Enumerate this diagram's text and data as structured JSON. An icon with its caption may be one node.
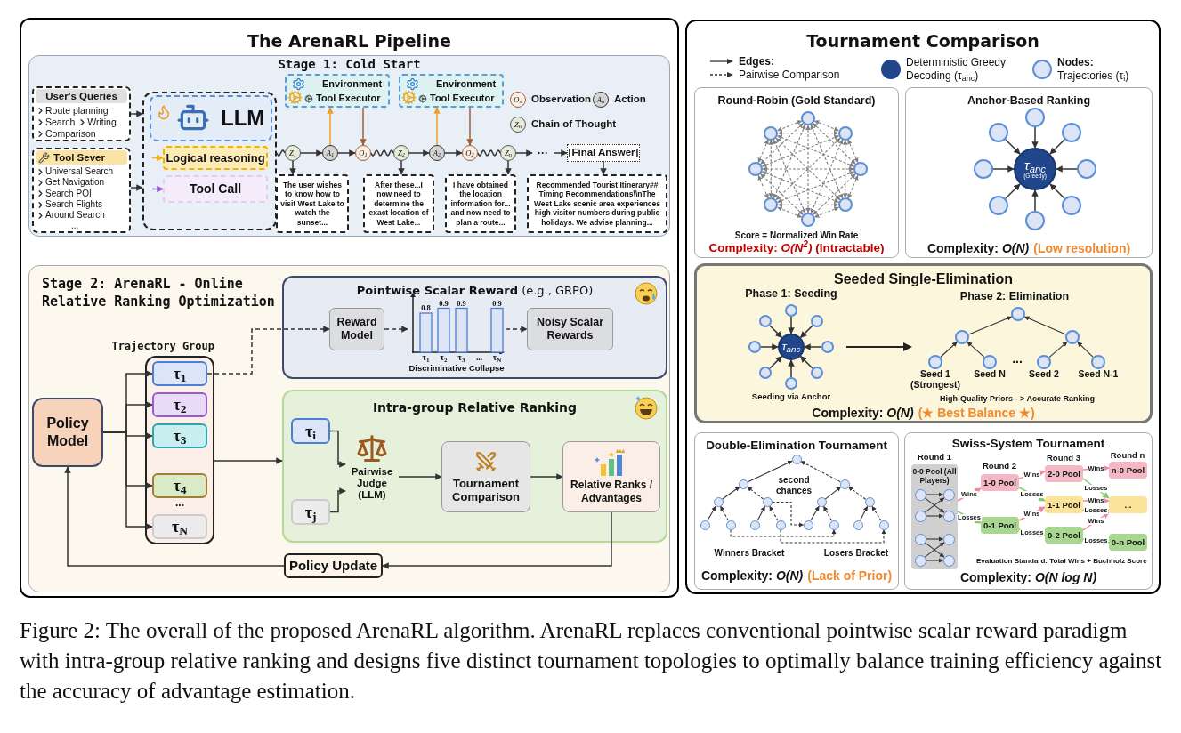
{
  "diagram": {
    "caption": "Figure 2: The overall of the proposed ArenaRL algorithm. ArenaRL replaces conventional pointwise scalar reward paradigm with intra-group relative ranking and designs five distinct tournament topologies to optimally balance training efficiency against the accuracy of advantage estimation.",
    "nodes": [
      {
        "text": [
          "The ArenaRL Pipeline"
        ]
      },
      {
        "text": [
          "Stage 1: Cold Start"
        ],
        "in": 0
      },
      {
        "text": [
          "User's Queries",
          "Route planning",
          "Search",
          "Writing",
          "Comparison"
        ],
        "in": 1
      },
      {
        "text": [
          "Tool Sever",
          "Universal Search",
          "Get Navigation",
          "Search POI",
          "Search Flights",
          "Around Search",
          "..."
        ],
        "in": 1
      },
      {
        "text": [],
        "shape": "box",
        "in": 1
      },
      {
        "text": [
          "LLM"
        ],
        "in": 4
      },
      {
        "text": [
          "Logical reasoning"
        ],
        "in": 4
      },
      {
        "text": [
          "Tool Call"
        ],
        "in": 4
      },
      {
        "text": [
          "Environment",
          "Tool Executor"
        ],
        "in": 1
      },
      {
        "text": [
          "Environment",
          "Tool Executor"
        ],
        "in": 1
      },
      {
        "text": [
          "Z$_{1}$"
        ],
        "in": 1
      },
      {
        "text": [
          "A$_{1}$"
        ],
        "in": 1
      },
      {
        "text": [
          "O$_{1}$"
        ],
        "in": 1
      },
      {
        "text": [
          "Z$_{2}$"
        ],
        "in": 1
      },
      {
        "text": [
          "A$_{2}$"
        ],
        "in": 1
      },
      {
        "text": [
          "O$_{2}$"
        ],
        "in": 1
      },
      {
        "text": [
          "Z$_{n}$"
        ],
        "in": 1
      },
      {
        "text": [
          "···"
        ],
        "in": 1
      },
      {
        "text": [
          "[Final Answer]"
        ],
        "in": 1
      },
      {
        "text": [
          "The user wishes to know how to visit West Lake to watch the sunset..."
        ],
        "in": 1
      },
      {
        "text": [
          "After these...I now need to determine the exact location of West Lake..."
        ],
        "in": 1
      },
      {
        "text": [
          "I have obtained the location information for... and now need to plan a route..."
        ],
        "in": 1
      },
      {
        "text": [
          "Recommended Tourist Itinerary## Timing Recommendations\\\\nThe West Lake scenic area experiences high visitor numbers during public holidays. We advise planning..."
        ],
        "in": 1
      },
      {
        "text": [
          "Stage 2: ArenaRL - Online Relative Ranking Optimization"
        ],
        "in": 0
      },
      {
        "text": [
          "**Pointwise Scalar Reward** (e.g., GRPO)"
        ],
        "in": 23
      },
      {
        "text": [
          "Reward Model"
        ],
        "in": 24
      },
      {
        "text": [
          "Discriminative Collapse"
        ],
        "in": 24
      },
      {
        "text": [
          "Noisy Scalar Rewards"
        ],
        "in": 24
      },
      {
        "text": [
          "Trajectory Group",
          "..."
        ],
        "in": 23
      },
      {
        "text": [
          "τ$_{1}$"
        ],
        "in": 28
      },
      {
        "text": [
          "τ$_{2}$"
        ],
        "in": 28
      },
      {
        "text": [
          "τ$_{3}$"
        ],
        "in": 28
      },
      {
        "text": [
          "τ$_{4}$"
        ],
        "in": 28
      },
      {
        "text": [
          "τ$_{N}$"
        ],
        "in": 28
      },
      {
        "text": [
          "Policy Model"
        ],
        "in": 23
      },
      {
        "text": [
          "Intra-group Relative Ranking"
        ],
        "in": 23
      },
      {
        "text": [
          "τ$_{i}$"
        ],
        "in": 35
      },
      {
        "text": [
          "τ$_{j}$"
        ],
        "in": 35
      },
      {
        "text": [
          "Pairwise Judge (LLM)"
        ],
        "in": 35
      },
      {
        "text": [
          "Tournament Comparison"
        ],
        "in": 35
      },
      {
        "text": [
          "Relative Ranks / Advantages"
        ],
        "in": 35
      },
      {
        "text": [
          "Policy Update"
        ],
        "in": 23
      },
      {
        "text": [
          "Tournament Comparison"
        ]
      },
      {
        "text": [
          "Round-Robin (Gold Standard)",
          "Score = Normalized Win Rate",
          "Complexity: *O(N$^{2}$)* (Intractable)"
        ],
        "in": 42
      },
      {
        "text": [],
        "shape": "circle",
        "in": 43
      },
      {
        "text": [],
        "shape": "circle",
        "in": 43
      },
      {
        "text": [],
        "shape": "circle",
        "in": 43
      },
      {
        "text": [],
        "shape": "circle",
        "in": 43
      },
      {
        "text": [],
        "shape": "circle",
        "in": 43
      },
      {
        "text": [],
        "shape": "circle",
        "in": 43
      },
      {
        "text": [],
        "shape": "circle",
        "in": 43
      },
      {
        "text": [],
        "shape": "circle",
        "in": 43
      },
      {
        "text": [
          "Anchor-Based Ranking",
          "Complexity: *O(N)*",
          "(Low resolution)"
        ],
        "in": 42
      },
      {
        "text": [
          "τ$_{anc}$",
          "(Greedy)"
        ],
        "in": 52
      },
      {
        "text": [],
        "shape": "circle",
        "in": 52
      },
      {
        "text": [],
        "shape": "circle",
        "in": 52
      },
      {
        "text": [],
        "shape": "circle",
        "in": 52
      },
      {
        "text": [],
        "shape": "circle",
        "in": 52
      },
      {
        "text": [],
        "shape": "circle",
        "in": 52
      },
      {
        "text": [],
        "shape": "circle",
        "in": 52
      },
      {
        "text": [],
        "shape": "circle",
        "in": 52
      },
      {
        "text": [],
        "shape": "circle",
        "in": 52
      },
      {
        "text": [
          "Seeded Single-Elimination",
          "Complexity: *O(N)*",
          "(★ Best Balance ★)"
        ],
        "in": 42
      },
      {
        "text": [
          "τ$_{anc}$"
        ],
        "in": 62
      },
      {
        "text": [],
        "shape": "circle",
        "in": 62
      },
      {
        "text": [],
        "shape": "circle",
        "in": 62
      },
      {
        "text": [],
        "shape": "circle",
        "in": 62
      },
      {
        "text": [],
        "shape": "circle",
        "in": 62
      },
      {
        "text": [],
        "shape": "circle",
        "in": 62
      },
      {
        "text": [],
        "shape": "circle",
        "in": 62
      },
      {
        "text": [],
        "shape": "circle",
        "in": 62
      },
      {
        "text": [],
        "shape": "circle",
        "in": 62
      },
      {
        "text": [],
        "shape": "circle",
        "in": 62
      },
      {
        "text": [],
        "shape": "circle",
        "in": 62
      },
      {
        "text": [],
        "shape": "circle",
        "in": 62
      },
      {
        "text": [],
        "shape": "circle",
        "in": 62,
        "beside": [
          "Seed 1 (Strongest)"
        ]
      },
      {
        "text": [],
        "shape": "circle",
        "in": 62,
        "beside": [
          "Seed N"
        ]
      },
      {
        "text": [],
        "shape": "circle",
        "in": 62,
        "beside": [
          "Seed 2"
        ]
      },
      {
        "text": [],
        "shape": "circle",
        "in": 62,
        "beside": [
          "Seed N-1"
        ]
      },
      {
        "text": [
          "Double-Elimination Tournament",
          "Complexity: *O(N)*",
          "(Lack of Prior)"
        ],
        "in": 42
      },
      {
        "text": [],
        "shape": "circle",
        "in": 79
      },
      {
        "text": [],
        "shape": "circle",
        "in": 79
      },
      {
        "text": [],
        "shape": "circle",
        "in": 79
      },
      {
        "text": [],
        "shape": "circle",
        "in": 79
      },
      {
        "text": [],
        "shape": "circle",
        "in": 79
      },
      {
        "text": [],
        "shape": "circle",
        "in": 79
      },
      {
        "text": [],
        "shape": "circle",
        "in": 79
      },
      {
        "text": [],
        "shape": "circle",
        "in": 79
      },
      {
        "text": [],
        "shape": "circle",
        "in": 79
      },
      {
        "text": [],
        "shape": "circle",
        "in": 79
      },
      {
        "text": [],
        "shape": "circle",
        "in": 79
      },
      {
        "text": [],
        "shape": "circle",
        "in": 79
      },
      {
        "text": [],
        "shape": "circle",
        "in": 79
      },
      {
        "text": [],
        "shape": "circle",
        "in": 79
      },
      {
        "text": [],
        "shape": "circle",
        "in": 79
      },
      {
        "text": [
          "Swiss-System Tournament",
          "Evaluation Standard: Total Wins + Buchholz Score",
          "Complexity: *O(N log N)*"
        ],
        "in": 42
      },
      {
        "text": [
          "0-0 Pool (All Players)"
        ],
        "in": 95
      },
      {
        "text": [],
        "shape": "circle",
        "in": 96
      },
      {
        "text": [],
        "shape": "circle",
        "in": 96
      },
      {
        "text": [],
        "shape": "circle",
        "in": 96
      },
      {
        "text": [],
        "shape": "circle",
        "in": 96
      },
      {
        "text": [],
        "shape": "circle",
        "in": 96
      },
      {
        "text": [],
        "shape": "circle",
        "in": 96
      },
      {
        "text": [],
        "shape": "circle",
        "in": 96
      },
      {
        "text": [],
        "shape": "circle",
        "in": 96
      },
      {
        "text": [
          "1-0 Pool"
        ],
        "in": 95
      },
      {
        "text": [
          "0-1 Pool"
        ],
        "in": 95
      },
      {
        "text": [
          "2-0 Pool"
        ],
        "in": 95
      },
      {
        "text": [
          "1-1 Pool"
        ],
        "in": 95
      },
      {
        "text": [
          "0-2 Pool"
        ],
        "in": 95
      },
      {
        "text": [
          "n-0 Pool"
        ],
        "in": 95
      },
      {
        "text": [
          "..."
        ],
        "in": 95
      },
      {
        "text": [
          "0-n Pool"
        ],
        "in": 95
      }
    ],
    "edges": [
      {
        "from": 2,
        "to": 4,
        "arrow": "to"
      },
      {
        "from": 3,
        "to": 4,
        "arrow": "to"
      },
      {
        "from": null,
        "to": 6,
        "arrow": "to",
        "color": "#f0b400"
      },
      {
        "from": null,
        "to": 7,
        "arrow": "to",
        "color": "#9b59d0"
      },
      {
        "from": 4,
        "to": 10,
        "arrow": "none"
      },
      {
        "from": 10,
        "to": 11,
        "arrow": "to"
      },
      {
        "from": 11,
        "to": 12,
        "arrow": "to"
      },
      {
        "from": 12,
        "to": 13,
        "arrow": "none"
      },
      {
        "from": 13,
        "to": 14,
        "arrow": "to"
      },
      {
        "from": 14,
        "to": 15,
        "arrow": "to"
      },
      {
        "from": 15,
        "to": 16,
        "arrow": "none"
      },
      {
        "from": 16,
        "to": 17,
        "arrow": "to"
      },
      {
        "from": 17,
        "to": 18,
        "arrow": "to"
      },
      {
        "from": 11,
        "to": 8,
        "arrow": "to",
        "color": "#f0a020"
      },
      {
        "from": 8,
        "to": 12,
        "arrow": "to",
        "color": "#a0603a"
      },
      {
        "from": 14,
        "to": 9,
        "arrow": "to",
        "color": "#f0a020"
      },
      {
        "from": 9,
        "to": 15,
        "arrow": "to",
        "color": "#a0603a"
      },
      {
        "from": 10,
        "to": 19,
        "arrow": "to"
      },
      {
        "from": 13,
        "to": 20,
        "arrow": "to"
      },
      {
        "from": 16,
        "to": 21,
        "arrow": "to"
      },
      {
        "from": 18,
        "to": 22,
        "arrow": "to"
      },
      {
        "from": 29,
        "to": 25,
        "arrow": "to",
        "style": "dashed"
      },
      {
        "from": 25,
        "to": 26,
        "arrow": "to",
        "style": "dashed"
      },
      {
        "from": 26,
        "to": 27,
        "arrow": "to",
        "style": "dashed"
      },
      {
        "from": 34,
        "to": 29,
        "arrow": "to"
      },
      {
        "from": 34,
        "to": 30,
        "arrow": "to"
      },
      {
        "from": 34,
        "to": 31,
        "arrow": "to"
      },
      {
        "from": 34,
        "to": 32,
        "arrow": "to"
      },
      {
        "from": 34,
        "to": 33,
        "arrow": "to"
      },
      {
        "from": 28,
        "to": 35,
        "arrow": "to"
      },
      {
        "from": 36,
        "to": 38,
        "arrow": "to"
      },
      {
        "from": 37,
        "to": 38,
        "arrow": "to"
      },
      {
        "from": 38,
        "to": 39,
        "arrow": "to"
      },
      {
        "from": 39,
        "to": 40,
        "arrow": "to"
      },
      {
        "from": 40,
        "to": 41,
        "arrow": "to"
      },
      {
        "from": 41,
        "to": 34,
        "arrow": "to"
      },
      {
        "from": 44,
        "to": 45,
        "arrow": "both",
        "style": "dashed",
        "color": "#808080"
      },
      {
        "from": 44,
        "to": 46,
        "arrow": "both",
        "style": "dashed",
        "color": "#808080"
      },
      {
        "from": 44,
        "to": 47,
        "arrow": "both",
        "style": "dashed",
        "color": "#808080"
      },
      {
        "from": 44,
        "to": 48,
        "arrow": "both",
        "style": "dashed",
        "color": "#808080"
      },
      {
        "from": 44,
        "to": 49,
        "arrow": "both",
        "style": "dashed",
        "color": "#808080"
      },
      {
        "from": 44,
        "to": 50,
        "arrow": "both",
        "style": "dashed",
        "color": "#808080"
      },
      {
        "from": 44,
        "to": 51,
        "arrow": "both",
        "style": "dashed",
        "color": "#808080"
      },
      {
        "from": 45,
        "to": 46,
        "arrow": "both",
        "style": "dashed",
        "color": "#808080"
      },
      {
        "from": 45,
        "to": 47,
        "arrow": "both",
        "style": "dashed",
        "color": "#808080"
      },
      {
        "from": 45,
        "to": 48,
        "arrow": "both",
        "style": "dashed",
        "color": "#808080"
      },
      {
        "from": 45,
        "to": 49,
        "arrow": "both",
        "style": "dashed",
        "color": "#808080"
      },
      {
        "from": 45,
        "to": 50,
        "arrow": "both",
        "style": "dashed",
        "color": "#808080"
      },
      {
        "from": 45,
        "to": 51,
        "arrow": "both",
        "style": "dashed",
        "color": "#808080"
      },
      {
        "from": 46,
        "to": 47,
        "arrow": "both",
        "style": "dashed",
        "color": "#808080"
      },
      {
        "from": 46,
        "to": 48,
        "arrow": "both",
        "style": "dashed",
        "color": "#808080"
      },
      {
        "from": 46,
        "to": 49,
        "arrow": "both",
        "style": "dashed",
        "color": "#808080"
      },
      {
        "from": 46,
        "to": 50,
        "arrow": "both",
        "style": "dashed",
        "color": "#808080"
      },
      {
        "from": 46,
        "to": 51,
        "arrow": "both",
        "style": "dashed",
        "color": "#808080"
      },
      {
        "from": 47,
        "to": 48,
        "arrow": "both",
        "style": "dashed",
        "color": "#808080"
      },
      {
        "from": 47,
        "to": 49,
        "arrow": "both",
        "style": "dashed",
        "color": "#808080"
      },
      {
        "from": 47,
        "to": 50,
        "arrow": "both",
        "style": "dashed",
        "color": "#808080"
      },
      {
        "from": 47,
        "to": 51,
        "arrow": "both",
        "style": "dashed",
        "color": "#808080"
      },
      {
        "from": 48,
        "to": 49,
        "arrow": "both",
        "style": "dashed",
        "color": "#808080"
      },
      {
        "from": 48,
        "to": 50,
        "arrow": "both",
        "style": "dashed",
        "color": "#808080"
      },
      {
        "from": 48,
        "to": 51,
        "arrow": "both",
        "style": "dashed",
        "color": "#808080"
      },
      {
        "from": 49,
        "to": 50,
        "arrow": "both",
        "style": "dashed",
        "color": "#808080"
      },
      {
        "from": 49,
        "to": 51,
        "arrow": "both",
        "style": "dashed",
        "color": "#808080"
      },
      {
        "from": 50,
        "to": 51,
        "arrow": "both",
        "style": "dashed",
        "color": "#808080"
      },
      {
        "from": 54,
        "to": 53,
        "arrow": "to"
      },
      {
        "from": 55,
        "to": 53,
        "arrow": "to"
      },
      {
        "from": 56,
        "to": 53,
        "arrow": "to"
      },
      {
        "from": 57,
        "to": 53,
        "arrow": "to"
      },
      {
        "from": 58,
        "to": 53,
        "arrow": "to"
      },
      {
        "from": 59,
        "to": 53,
        "arrow": "to"
      },
      {
        "from": 60,
        "to": 53,
        "arrow": "to"
      },
      {
        "from": 61,
        "to": 53,
        "arrow": "to"
      },
      {
        "from": 64,
        "to": 63,
        "arrow": "to"
      },
      {
        "from": 65,
        "to": 63,
        "arrow": "to"
      },
      {
        "from": 66,
        "to": 63,
        "arrow": "to"
      },
      {
        "from": 67,
        "to": 63,
        "arrow": "to"
      },
      {
        "from": 68,
        "to": 63,
        "arrow": "to"
      },
      {
        "from": 69,
        "to": 63,
        "arrow": "to"
      },
      {
        "from": 70,
        "to": 63,
        "arrow": "to"
      },
      {
        "from": 71,
        "to": 63,
        "arrow": "to"
      },
      {
        "from": 75,
        "to": 73,
        "arrow": "to"
      },
      {
        "from": 76,
        "to": 73,
        "arrow": "to"
      },
      {
        "from": 77,
        "to": 74,
        "arrow": "to"
      },
      {
        "from": 78,
        "to": 74,
        "arrow": "to"
      },
      {
        "from": 73,
        "to": 72,
        "arrow": "to"
      },
      {
        "from": 74,
        "to": 72,
        "arrow": "to"
      },
      {
        "from": 84,
        "to": 82,
        "arrow": "to"
      },
      {
        "from": 85,
        "to": 82,
        "arrow": "to",
        "style": "dashed"
      },
      {
        "from": 86,
        "to": 83,
        "arrow": "to"
      },
      {
        "from": 87,
        "to": 83,
        "arrow": "to",
        "style": "dashed"
      },
      {
        "from": 82,
        "to": 81,
        "arrow": "to"
      },
      {
        "from": 83,
        "to": 81,
        "arrow": "to",
        "style": "dashed"
      },
      {
        "from": 81,
        "to": 80,
        "arrow": "to"
      },
      {
        "from": 91,
        "to": 89,
        "arrow": "to"
      },
      {
        "from": 92,
        "to": 89,
        "arrow": "to",
        "style": "dashed"
      },
      {
        "from": 93,
        "to": 90,
        "arrow": "to"
      },
      {
        "from": 94,
        "to": 90,
        "arrow": "to",
        "style": "dashed"
      },
      {
        "from": 89,
        "to": 88,
        "arrow": "to"
      },
      {
        "from": 90,
        "to": 88,
        "arrow": "to",
        "style": "dashed"
      },
      {
        "from": 88,
        "to": 80,
        "arrow": "to",
        "style": "dashed"
      },
      {
        "from": 83,
        "to": 91,
        "arrow": "to",
        "style": "dashed"
      },
      {
        "from": 85,
        "to": 92,
        "arrow": "to",
        "style": "dashed"
      },
      {
        "from": 87,
        "to": 94,
        "arrow": "to",
        "style": "dashed"
      },
      {
        "from": 97,
        "to": 101,
        "arrow": "to"
      },
      {
        "from": 97,
        "to": 102,
        "arrow": "to"
      },
      {
        "from": 98,
        "to": 101,
        "arrow": "to"
      },
      {
        "from": 98,
        "to": 102,
        "arrow": "to"
      },
      {
        "from": 99,
        "to": 103,
        "arrow": "to"
      },
      {
        "from": 99,
        "to": 104,
        "arrow": "to"
      },
      {
        "from": 100,
        "to": 103,
        "arrow": "to"
      },
      {
        "from": 100,
        "to": 104,
        "arrow": "to"
      },
      {
        "from": 96,
        "to": 105,
        "arrow": "to",
        "label": "Wins",
        "color": "#f0889c"
      },
      {
        "from": 96,
        "to": 106,
        "arrow": "to",
        "label": "Losses",
        "color": "#8cc870"
      },
      {
        "from": 105,
        "to": 107,
        "arrow": "to",
        "label": "Wins",
        "color": "#f0889c"
      },
      {
        "from": 105,
        "to": 108,
        "arrow": "to",
        "label": "Losses",
        "color": "#8cc870"
      },
      {
        "from": 106,
        "to": 108,
        "arrow": "to",
        "label": "Wins",
        "color": "#f0889c"
      },
      {
        "from": 106,
        "to": 109,
        "arrow": "to",
        "label": "Losses",
        "color": "#8cc870"
      },
      {
        "from": 107,
        "to": 110,
        "arrow": "to",
        "label": "Wins",
        "color": "#f0889c"
      },
      {
        "from": 107,
        "to": 111,
        "arrow": "to",
        "label": "Losses",
        "color": "#8cc870"
      },
      {
        "from": 108,
        "to": 111,
        "arrow": "to",
        "label": "Wins",
        "color": "#f0889c"
      },
      {
        "from": 108,
        "to": 111,
        "arrow": "to",
        "label": "Losses",
        "color": "#8cc870"
      },
      {
        "from": 109,
        "to": 111,
        "arrow": "to",
        "label": "Wins",
        "color": "#f0889c"
      },
      {
        "from": 109,
        "to": 112,
        "arrow": "to",
        "label": "Losses",
        "color": "#8cc870"
      }
    ],
    "labels": [
      "O$_{n}$",
      "A$_{n}$",
      "Z$_{n}$",
      "Phase 1: Seeding",
      "Seeding via Anchor",
      "Phase 2: Elimination",
      "...",
      "High-Quality Priors - > Accurate Ranking",
      "second chances",
      "Winners Bracket",
      "Losers Bracket",
      "Round 1",
      "Round 2",
      "Round 3",
      "Round n"
    ],
    "legend": [
      {
        "text": "Observation"
      },
      {
        "text": "Action"
      },
      {
        "text": "Chain of Thought"
      },
      {
        "text": "Edges:"
      },
      {
        "text": "Pairwise Comparison"
      },
      {
        "text": "Deterministic Greedy Decoding (τ$_{anc}$)",
        "color": "#21468b"
      },
      {
        "text": "**Nodes:** Trajectories (τ$_{i}$)"
      }
    ],
    "chart_data": {
      "type": "bar",
      "categories": [
        "τ$_{1}$",
        "τ$_{2}$",
        "τ$_{3}$",
        "...",
        "τ$_{N}$"
      ],
      "values": [
        0.8,
        0.9,
        0.9,
        null,
        0.9
      ],
      "value_labels": [
        "0.8",
        "0.9",
        "0.9",
        null,
        "0.9"
      ],
      "data_labels": true
    }
  }
}
